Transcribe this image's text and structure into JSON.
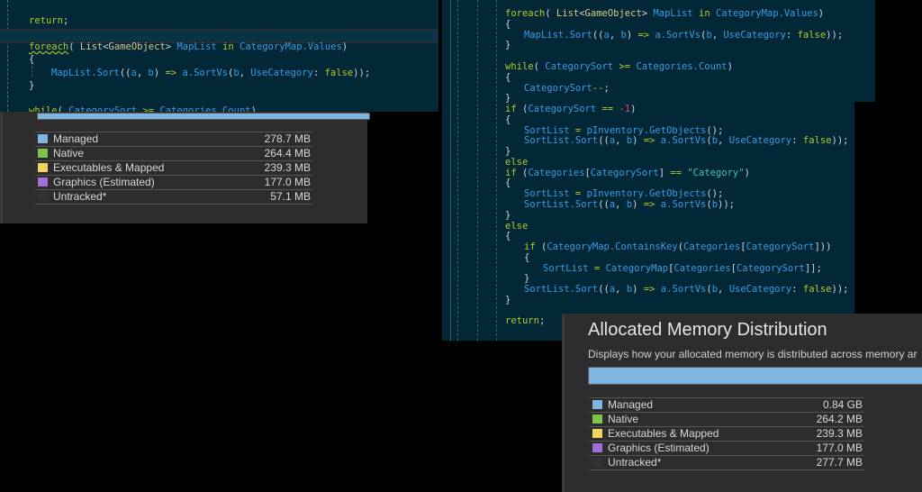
{
  "left_code": {
    "lines": [
      {
        "text": "return;"
      },
      {
        "text": "foreach( List<GameObject> MapList in CategoryMap.Values)"
      },
      {
        "text": "{"
      },
      {
        "text": "MapList.Sort((a, b) => a.SortVs(b, UseCategory: false));"
      },
      {
        "text": "}"
      },
      {
        "text": "while( CategorySort >= Categories.Count)"
      }
    ]
  },
  "right_code": {
    "lines": [
      {
        "text": "foreach( List<GameObject> MapList in CategoryMap.Values)"
      },
      {
        "text": "{"
      },
      {
        "text": "MapList.Sort((a, b) => a.SortVs(b, UseCategory: false));"
      },
      {
        "text": "}"
      },
      {
        "text": "while( CategorySort >= Categories.Count)"
      },
      {
        "text": "{"
      },
      {
        "text": "CategorySort--;"
      },
      {
        "text": "}"
      },
      {
        "text": "if (CategorySort == -1)"
      },
      {
        "text": "{"
      },
      {
        "text": "SortList = pInventory.GetObjects();"
      },
      {
        "text": "SortList.Sort((a, b) => a.SortVs(b, UseCategory: false));"
      },
      {
        "text": "}"
      },
      {
        "text": "else"
      },
      {
        "text": "if (Categories[CategorySort] == \"Category\")"
      },
      {
        "text": "{"
      },
      {
        "text": "SortList = pInventory.GetObjects();"
      },
      {
        "text": "SortList.Sort((a, b) => a.SortVs(b));"
      },
      {
        "text": "}"
      },
      {
        "text": "else"
      },
      {
        "text": "{"
      },
      {
        "text": "if (CategoryMap.ContainsKey(Categories[CategorySort]))"
      },
      {
        "text": "{"
      },
      {
        "text": "SortList = CategoryMap[Categories[CategorySort]];"
      },
      {
        "text": "}"
      },
      {
        "text": "SortList.Sort((a, b) => a.SortVs(b, UseCategory: false));"
      },
      {
        "text": "}"
      },
      {
        "text": "return;"
      }
    ]
  },
  "left_memory": {
    "bar_color": "#7fb6e0",
    "legend": [
      {
        "label": "Managed",
        "value": "278.7 MB",
        "color": "#7fb6e0"
      },
      {
        "label": "Native",
        "value": "264.4 MB",
        "color": "#7ec34a"
      },
      {
        "label": "Executables & Mapped",
        "value": "239.3 MB",
        "color": "#f2d45c"
      },
      {
        "label": "Graphics (Estimated)",
        "value": "177.0 MB",
        "color": "#a070d8"
      },
      {
        "label": "Untracked*",
        "value": "57.1 MB",
        "color": "#333333"
      }
    ]
  },
  "right_memory": {
    "title": "Allocated Memory Distribution",
    "description": "Displays how your allocated memory is distributed across memory ar",
    "bar_color": "#7fb6e0",
    "legend": [
      {
        "label": "Managed",
        "value": "0.84 GB",
        "color": "#7fb6e0"
      },
      {
        "label": "Native",
        "value": "264.2 MB",
        "color": "#7ec34a"
      },
      {
        "label": "Executables & Mapped",
        "value": "239.3 MB",
        "color": "#f2d45c"
      },
      {
        "label": "Graphics (Estimated)",
        "value": "177.0 MB",
        "color": "#a070d8"
      },
      {
        "label": "Untracked*",
        "value": "277.7 MB",
        "color": "#333333"
      }
    ]
  }
}
